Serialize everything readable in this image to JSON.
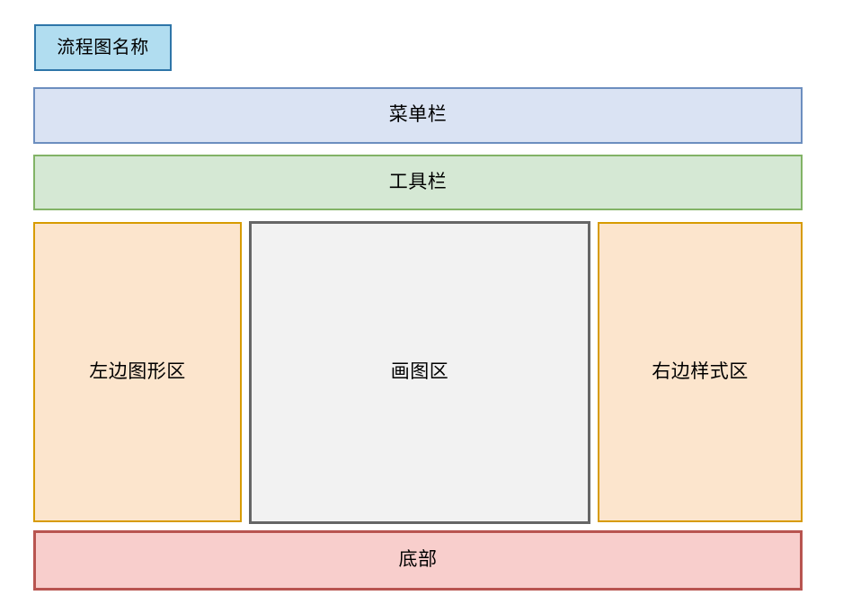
{
  "diagram": {
    "title_box": {
      "label": "流程图名称",
      "fill": "#b1ddf0",
      "stroke": "#2e75a8"
    },
    "regions": [
      {
        "key": "menu_bar",
        "label": "菜单栏",
        "fill": "#dae3f3",
        "stroke": "#6c8ebf"
      },
      {
        "key": "tool_bar",
        "label": "工具栏",
        "fill": "#d5e8d4",
        "stroke": "#82b366"
      },
      {
        "key": "left_panel",
        "label": "左边图形区",
        "fill": "#fce5cd",
        "stroke": "#d79b00"
      },
      {
        "key": "canvas_area",
        "label": "画图区",
        "fill": "#f2f2f2",
        "stroke": "#666666"
      },
      {
        "key": "right_panel",
        "label": "右边样式区",
        "fill": "#fce5cd",
        "stroke": "#d79b00"
      },
      {
        "key": "footer_bar",
        "label": "底部",
        "fill": "#f8cecc",
        "stroke": "#b85450"
      }
    ],
    "background": "#ffffff",
    "text_color": "#000000"
  }
}
